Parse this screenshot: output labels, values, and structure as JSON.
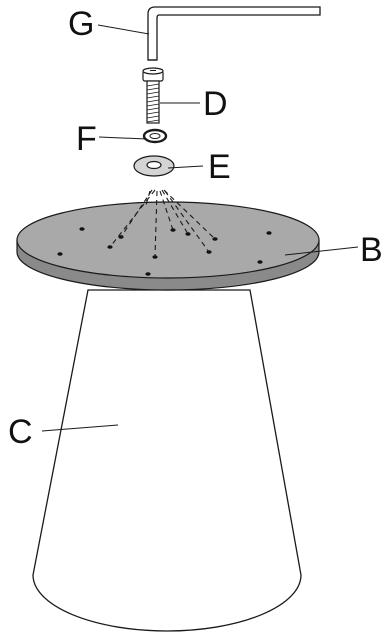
{
  "labels": {
    "tool": "G",
    "bolt": "D",
    "spring_washer": "F",
    "flat_washer": "E",
    "table_plate": "B",
    "base": "C"
  },
  "colors": {
    "line": "#1a1a1a",
    "plate_top": "#a9a9a9",
    "plate_edge": "#8a8a8a",
    "hole": "#111111",
    "bolt_fill": "#ffffff",
    "washer_fill": "#d4d4d4",
    "background": "#ffffff"
  }
}
